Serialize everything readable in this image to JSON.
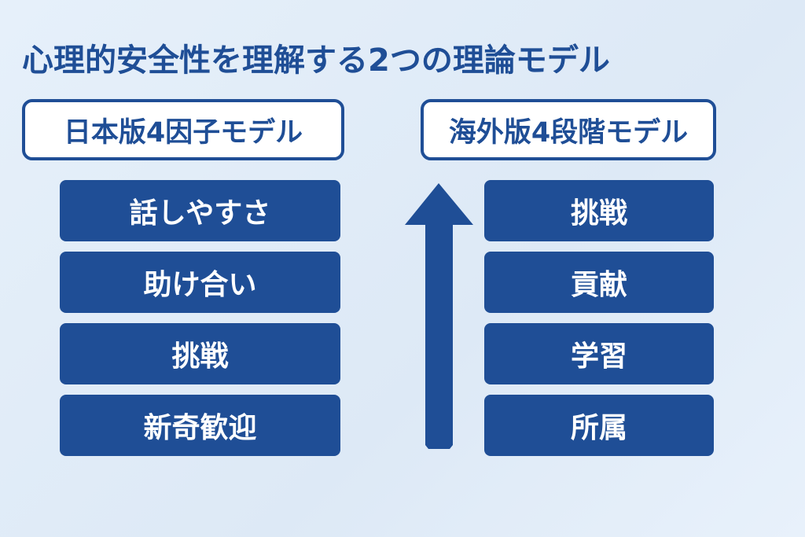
{
  "title": "心理的安全性を理解する2つの理論モデル",
  "left": {
    "header": "日本版4因子モデル",
    "items": [
      "話しやすさ",
      "助け合い",
      "挑戦",
      "新奇歓迎"
    ]
  },
  "right": {
    "header": "海外版4段階モデル",
    "items": [
      "挑戦",
      "貢献",
      "学習",
      "所属"
    ]
  },
  "colors": {
    "primary": "#1f4e96",
    "background": "#e3eef9"
  }
}
